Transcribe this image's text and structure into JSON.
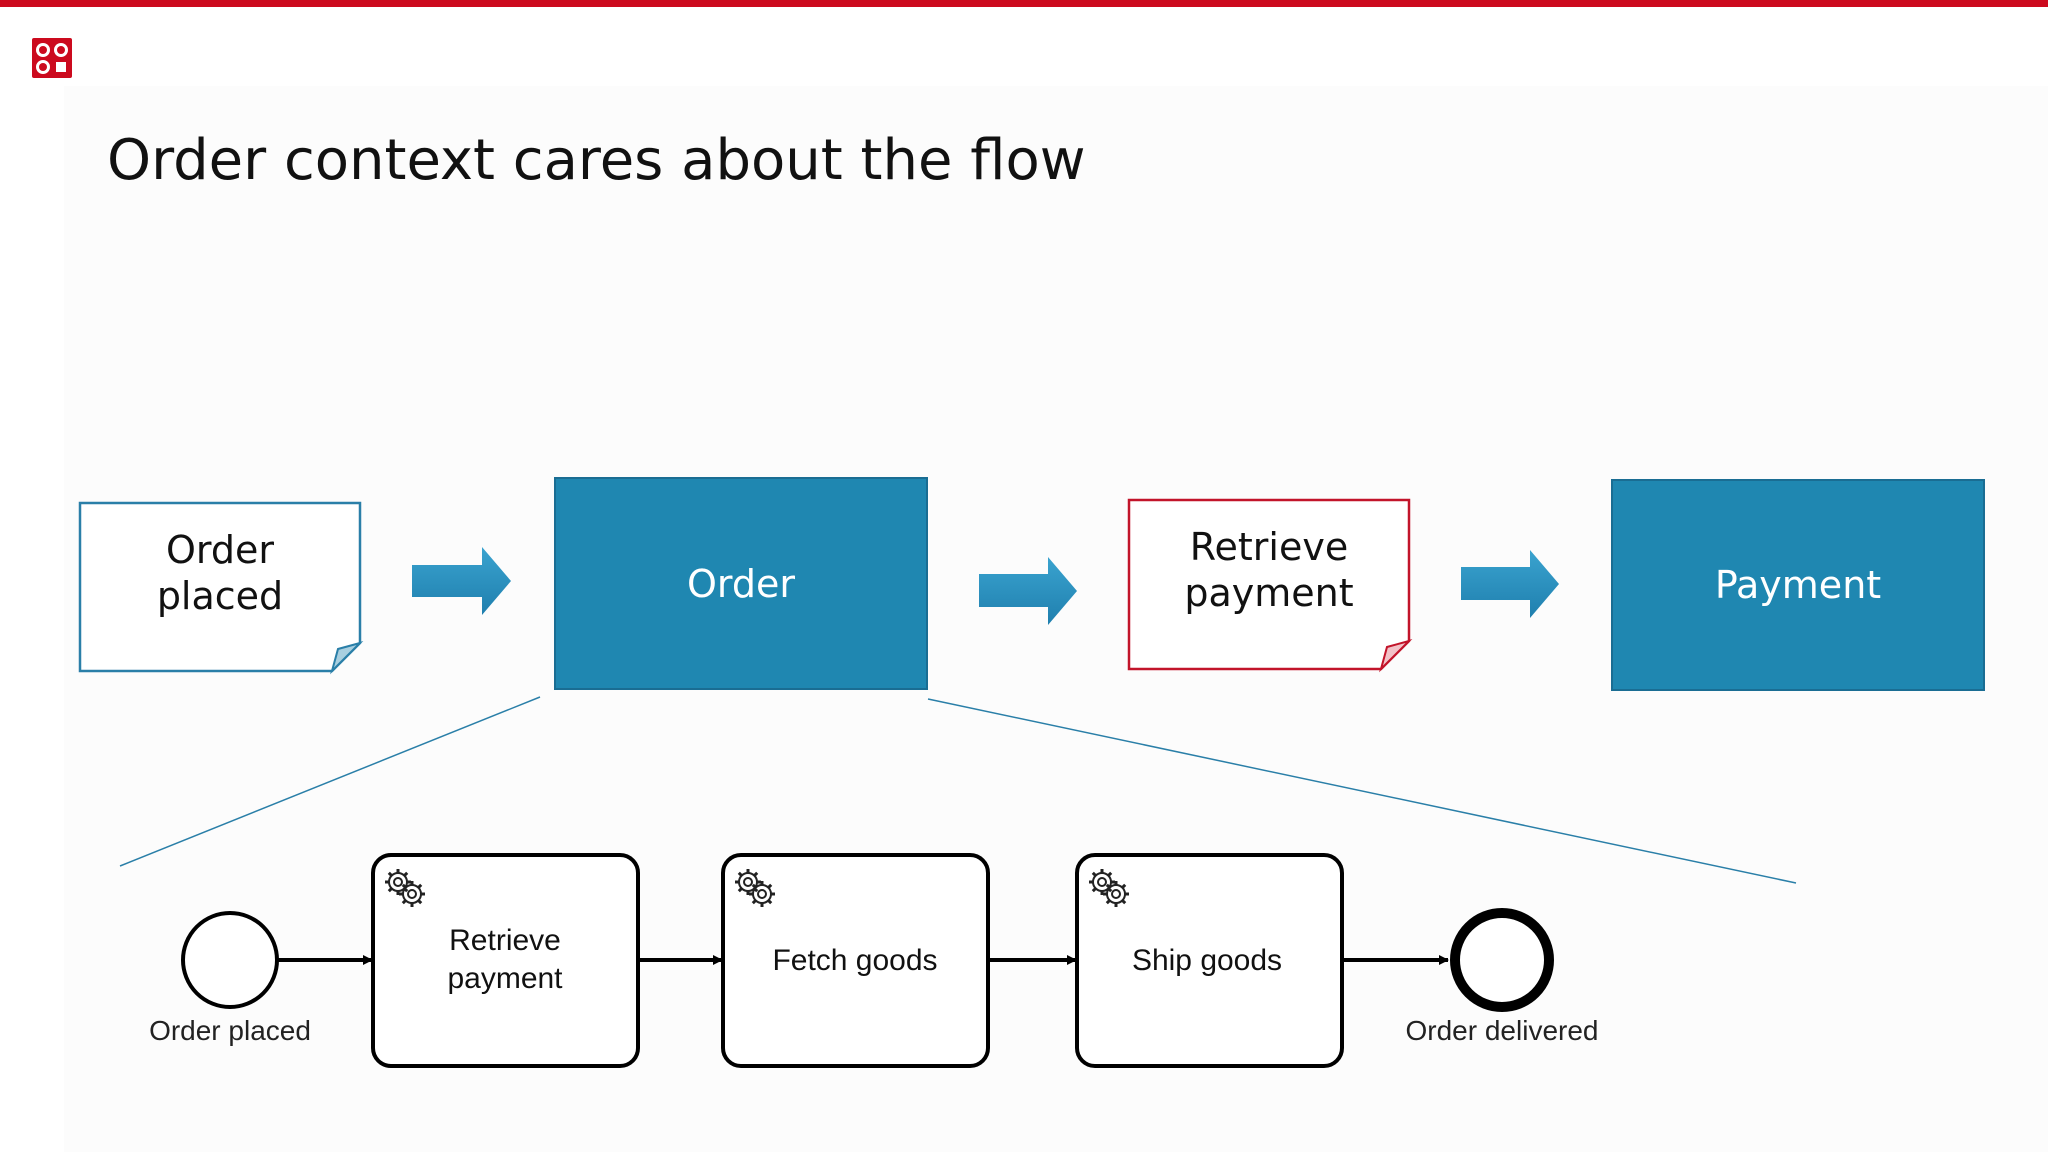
{
  "slide": {
    "title": "Order context cares about the flow"
  },
  "colors": {
    "accent_red": "#cc0a1e",
    "context_blue": "#1f87b1",
    "note_red_border": "#c2142a",
    "note_blue_border": "#2a7fa8"
  },
  "icons": {
    "logo": "camunda-logo",
    "arrow": "right-arrow",
    "task": "gear-icon"
  },
  "context_flow": {
    "event_order_placed": {
      "line1": "Order",
      "line2": "placed"
    },
    "context_order": "Order",
    "event_retrieve_payment": {
      "line1": "Retrieve",
      "line2": "payment"
    },
    "context_payment": "Payment"
  },
  "process": {
    "start_event": "Order placed",
    "tasks": [
      {
        "line1": "Retrieve",
        "line2": "payment"
      },
      {
        "line1": "Fetch goods"
      },
      {
        "line1": "Ship goods"
      }
    ],
    "end_event": "Order delivered"
  }
}
